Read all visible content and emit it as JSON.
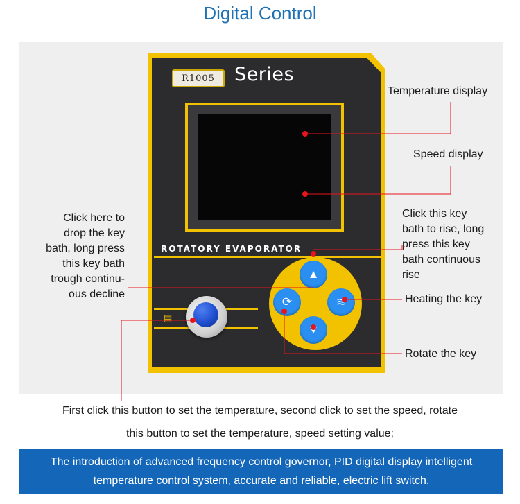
{
  "page": {
    "title": "Digital Control"
  },
  "device": {
    "model": "R1005",
    "series": "Series",
    "brand": "ROTATORY EVAPORATOR",
    "knob_icon": "panel-icon",
    "keys": {
      "up_icon": "triangle-up-icon",
      "down_icon": "triangle-down-icon",
      "rotate_icon": "rotate-icon",
      "heat_icon": "heating-icon"
    }
  },
  "annotations": {
    "temperature_display": "Temperature display",
    "speed_display": "Speed display",
    "down_key": [
      "Click here to",
      "drop the key",
      "bath, long press",
      "this key bath",
      "trough continu-",
      "ous decline"
    ],
    "up_key": [
      "Click this key",
      "bath to rise, long",
      "press this key",
      "bath continuous",
      "rise"
    ],
    "heating_key": "Heating the key",
    "rotate_key": "Rotate the key"
  },
  "bottom_description": {
    "line1": "First click this button to set the temperature, second click to set the speed, rotate",
    "line2": "this button to set the temperature, speed setting value;"
  },
  "banner": {
    "line1": "The introduction of advanced frequency control governor, PID digital display intelligent",
    "line2": "temperature control system, accurate and reliable, electric lift switch."
  },
  "colors": {
    "title": "#1e72b5",
    "panel_yellow": "#f2c200",
    "key_blue": "#2a8ff0",
    "leader_dot": "#e8141c",
    "banner": "#1467b8"
  }
}
